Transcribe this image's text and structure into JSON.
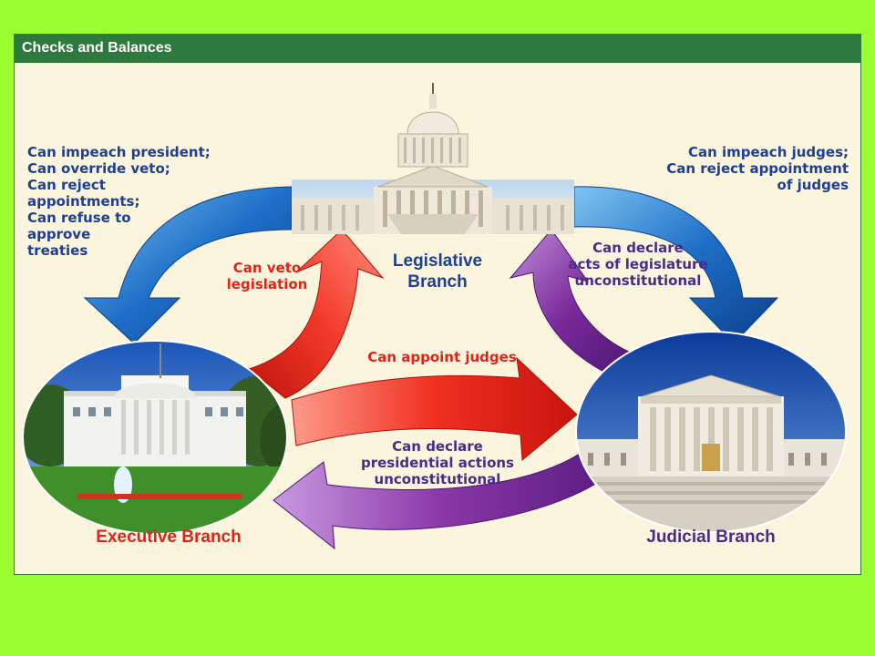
{
  "title": "Checks and Balances",
  "branches": {
    "legislative": "Legislative\nBranch",
    "executive": "Executive Branch",
    "judicial": "Judicial Branch"
  },
  "checks": {
    "legislative_on_executive": "Can impeach president;\nCan override veto;\nCan reject\nappointments;\nCan refuse to\napprove\ntreaties",
    "legislative_on_judicial": "Can impeach judges;\nCan reject appointment\nof judges",
    "executive_on_legislative": "Can veto\nlegislation",
    "judicial_on_legislative": "Can declare\nacts of legislature\nunconstitutional",
    "executive_on_judicial": "Can appoint judges",
    "judicial_on_executive": "Can declare\npresidential actions\nunconstitutional"
  },
  "colors": {
    "background": "#99ff33",
    "panel": "#fbf5de",
    "header": "#2e7a3e",
    "legislative_arrows": "#1e6fc8",
    "executive_arrows": "#e8261c",
    "judicial_arrows": "#7a2a9a",
    "legislative_label": "#1f3f8f",
    "executive_label": "#e0241b",
    "judicial_label": "#4a2a8a"
  },
  "images": {
    "legislative": "capitol-building",
    "executive": "white-house",
    "judicial": "supreme-court-building"
  }
}
